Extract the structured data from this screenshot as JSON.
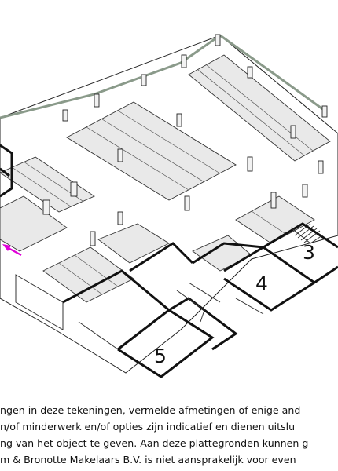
{
  "plan": {
    "unit_labels": [
      "3",
      "4",
      "5"
    ],
    "colors": {
      "floor": "#ffffff",
      "parking_bay": "#e9e9e9",
      "wall": "#111111",
      "pillar": "#f2f2f2",
      "entrance_arrow": "#e000d8",
      "fence": "#d9e1d9"
    },
    "icons": [
      "entrance-arrow-icon"
    ]
  },
  "disclaimer": {
    "lines": [
      "ngen in deze tekeningen, vermelde afmetingen of enige and",
      "n/of minderwerk en/of opties zijn indicatief en dienen uitslu",
      "ng van het object te geven. Aan deze plattegronden kunnen g",
      "m & Bronotte Makelaars B.V. is niet aansprakelijk voor even"
    ]
  }
}
